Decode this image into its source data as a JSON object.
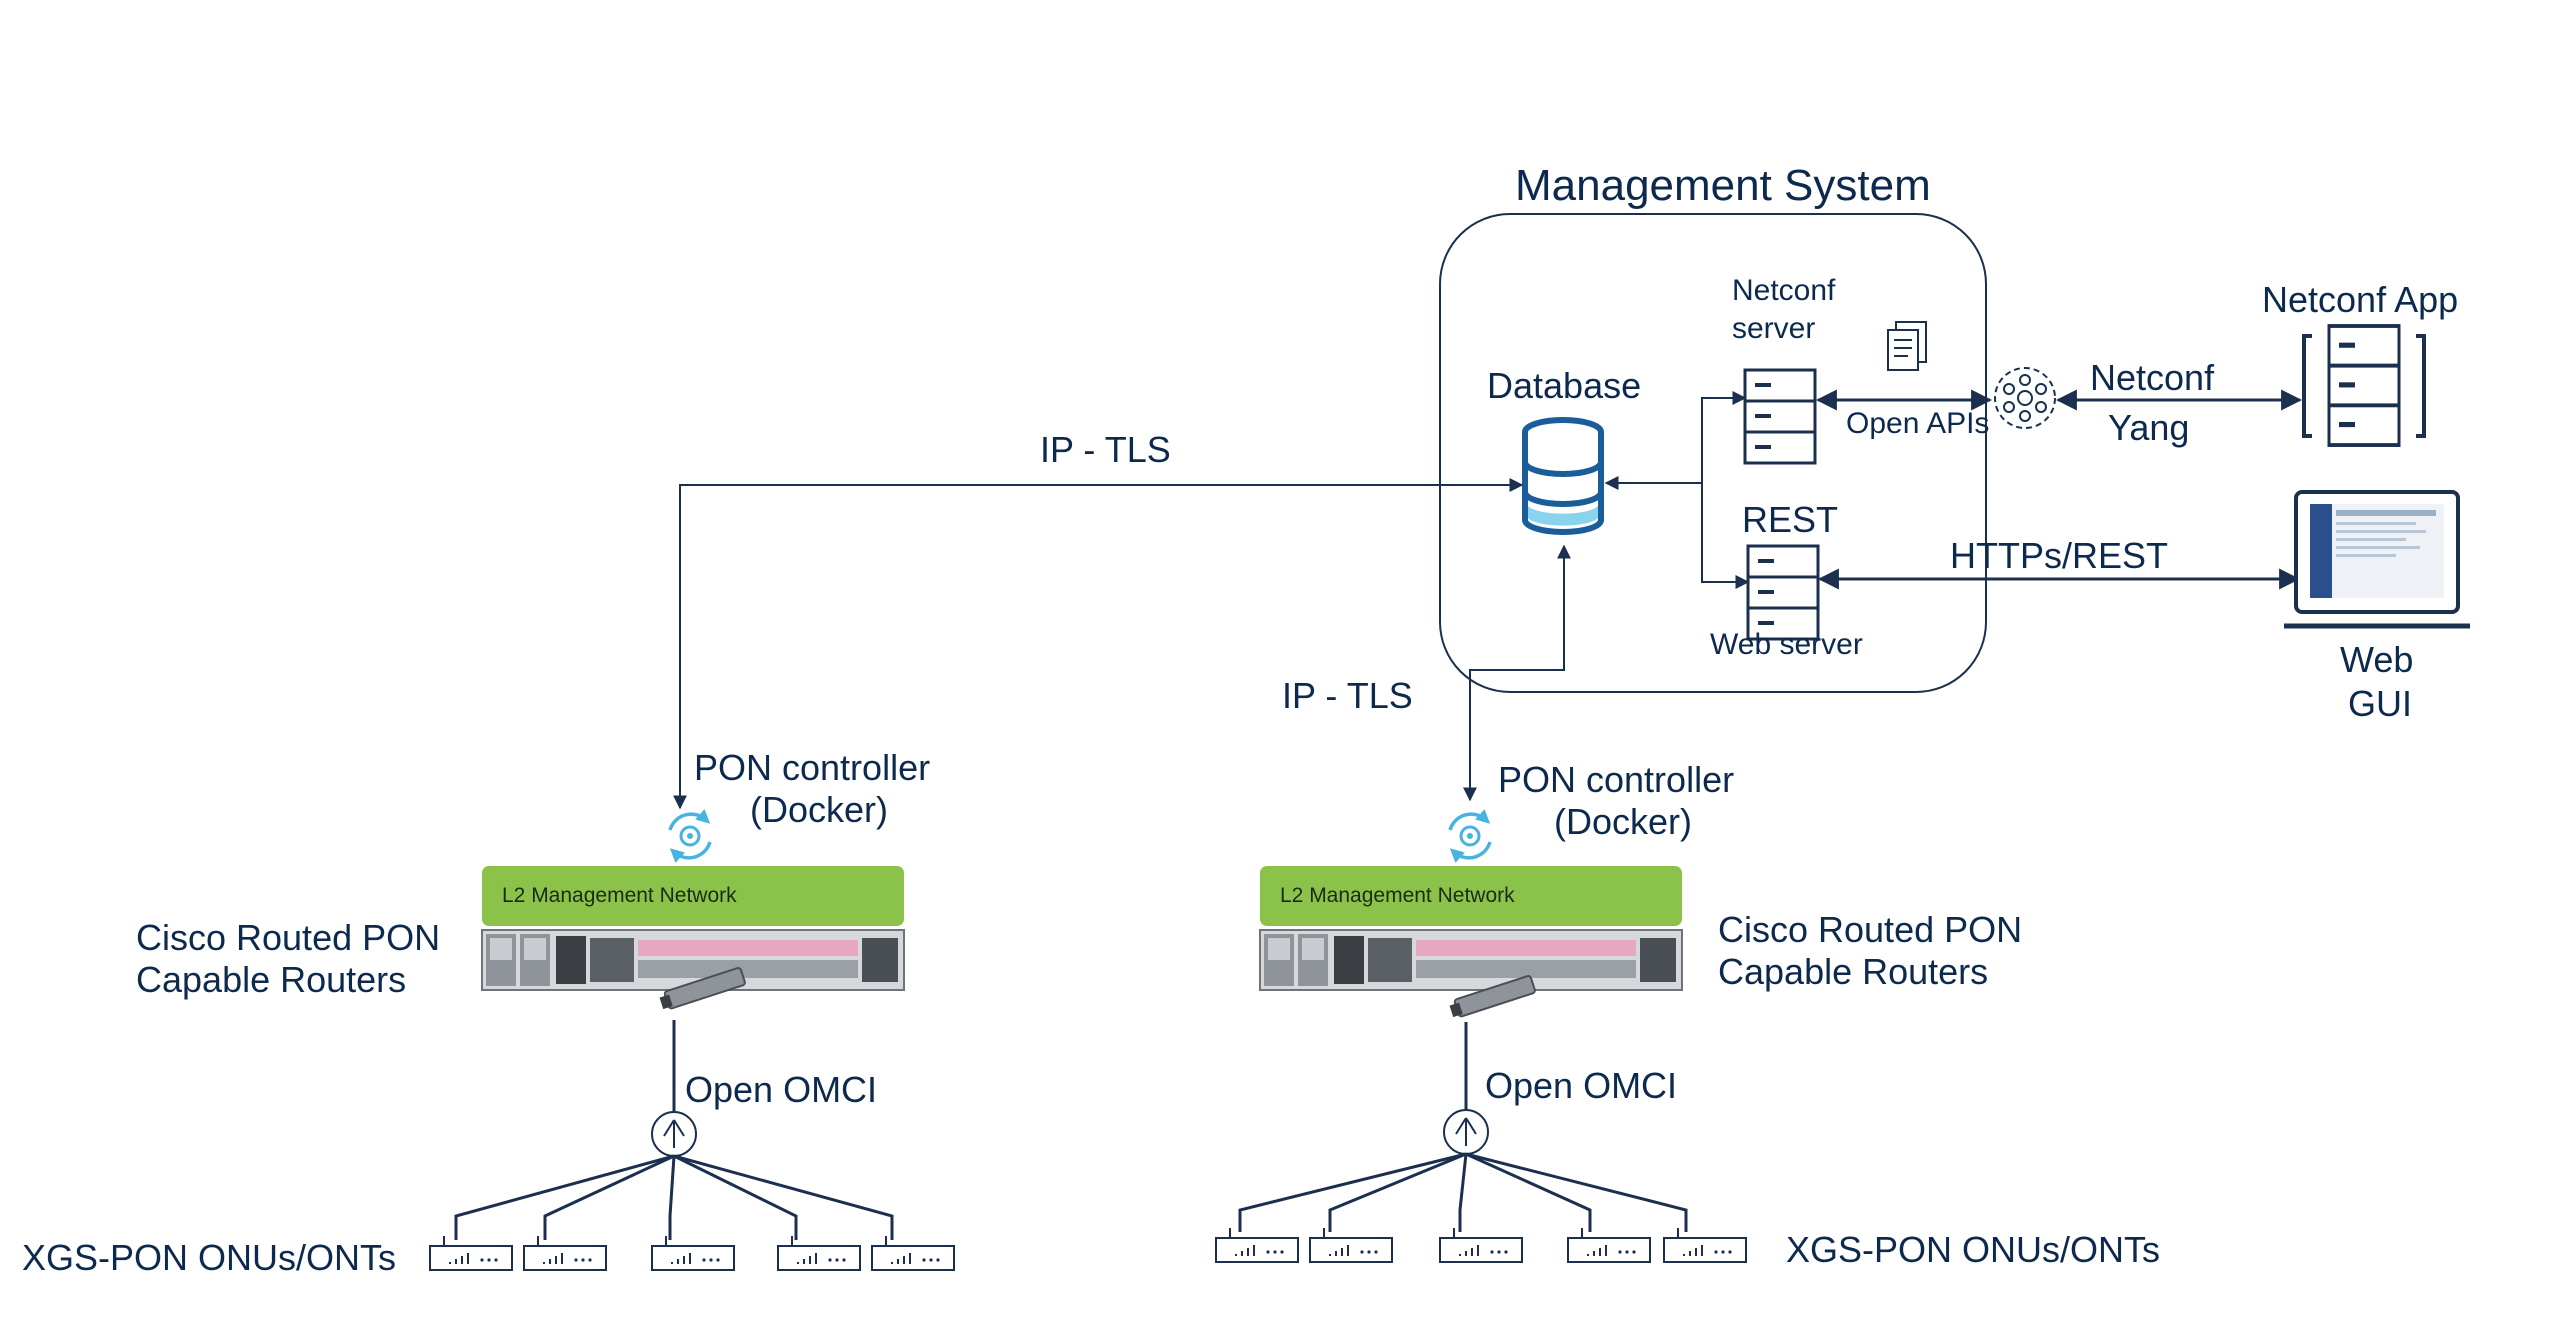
{
  "management_system": {
    "title": "Management System",
    "database_label": "Database",
    "netconf_server_label": [
      "Netconf",
      "server"
    ],
    "rest_label": "REST",
    "web_server_label": "Web server",
    "open_apis_label": "Open APIs"
  },
  "netconf_app": {
    "title": "Netconf App",
    "link_label": [
      "Netconf",
      "Yang"
    ]
  },
  "web_gui": {
    "label": [
      "Web",
      "GUI"
    ],
    "link_label": "HTTPs/REST"
  },
  "links": {
    "ip_tls_left": "IP - TLS",
    "ip_tls_center": "IP - TLS"
  },
  "left_site": {
    "controller_label": [
      "PON controller",
      "(Docker)"
    ],
    "network_bar": "L2 Management Network",
    "router_label": [
      "Cisco Routed PON",
      "Capable Routers"
    ],
    "omci_label": "Open OMCI",
    "onu_label": "XGS-PON ONUs/ONTs"
  },
  "right_site": {
    "controller_label": [
      "PON controller",
      "(Docker)"
    ],
    "network_bar": "L2 Management Network",
    "router_label": [
      "Cisco Routed PON",
      "Capable Routers"
    ],
    "omci_label": "Open OMCI",
    "onu_label": "XGS-PON ONUs/ONTs"
  },
  "colors": {
    "line": "#1b2f4f",
    "text": "#0d2a4e",
    "green_bar": "#8bc34a",
    "db_accent": "#8ad3ec",
    "controller_icon": "#47b3e0"
  },
  "icons": [
    "database-icon",
    "server-icon",
    "document-icon",
    "hub-icon",
    "laptop-icon",
    "controller-icon",
    "router-chassis",
    "sfp-module-icon",
    "splitter-icon",
    "onu-icon"
  ]
}
